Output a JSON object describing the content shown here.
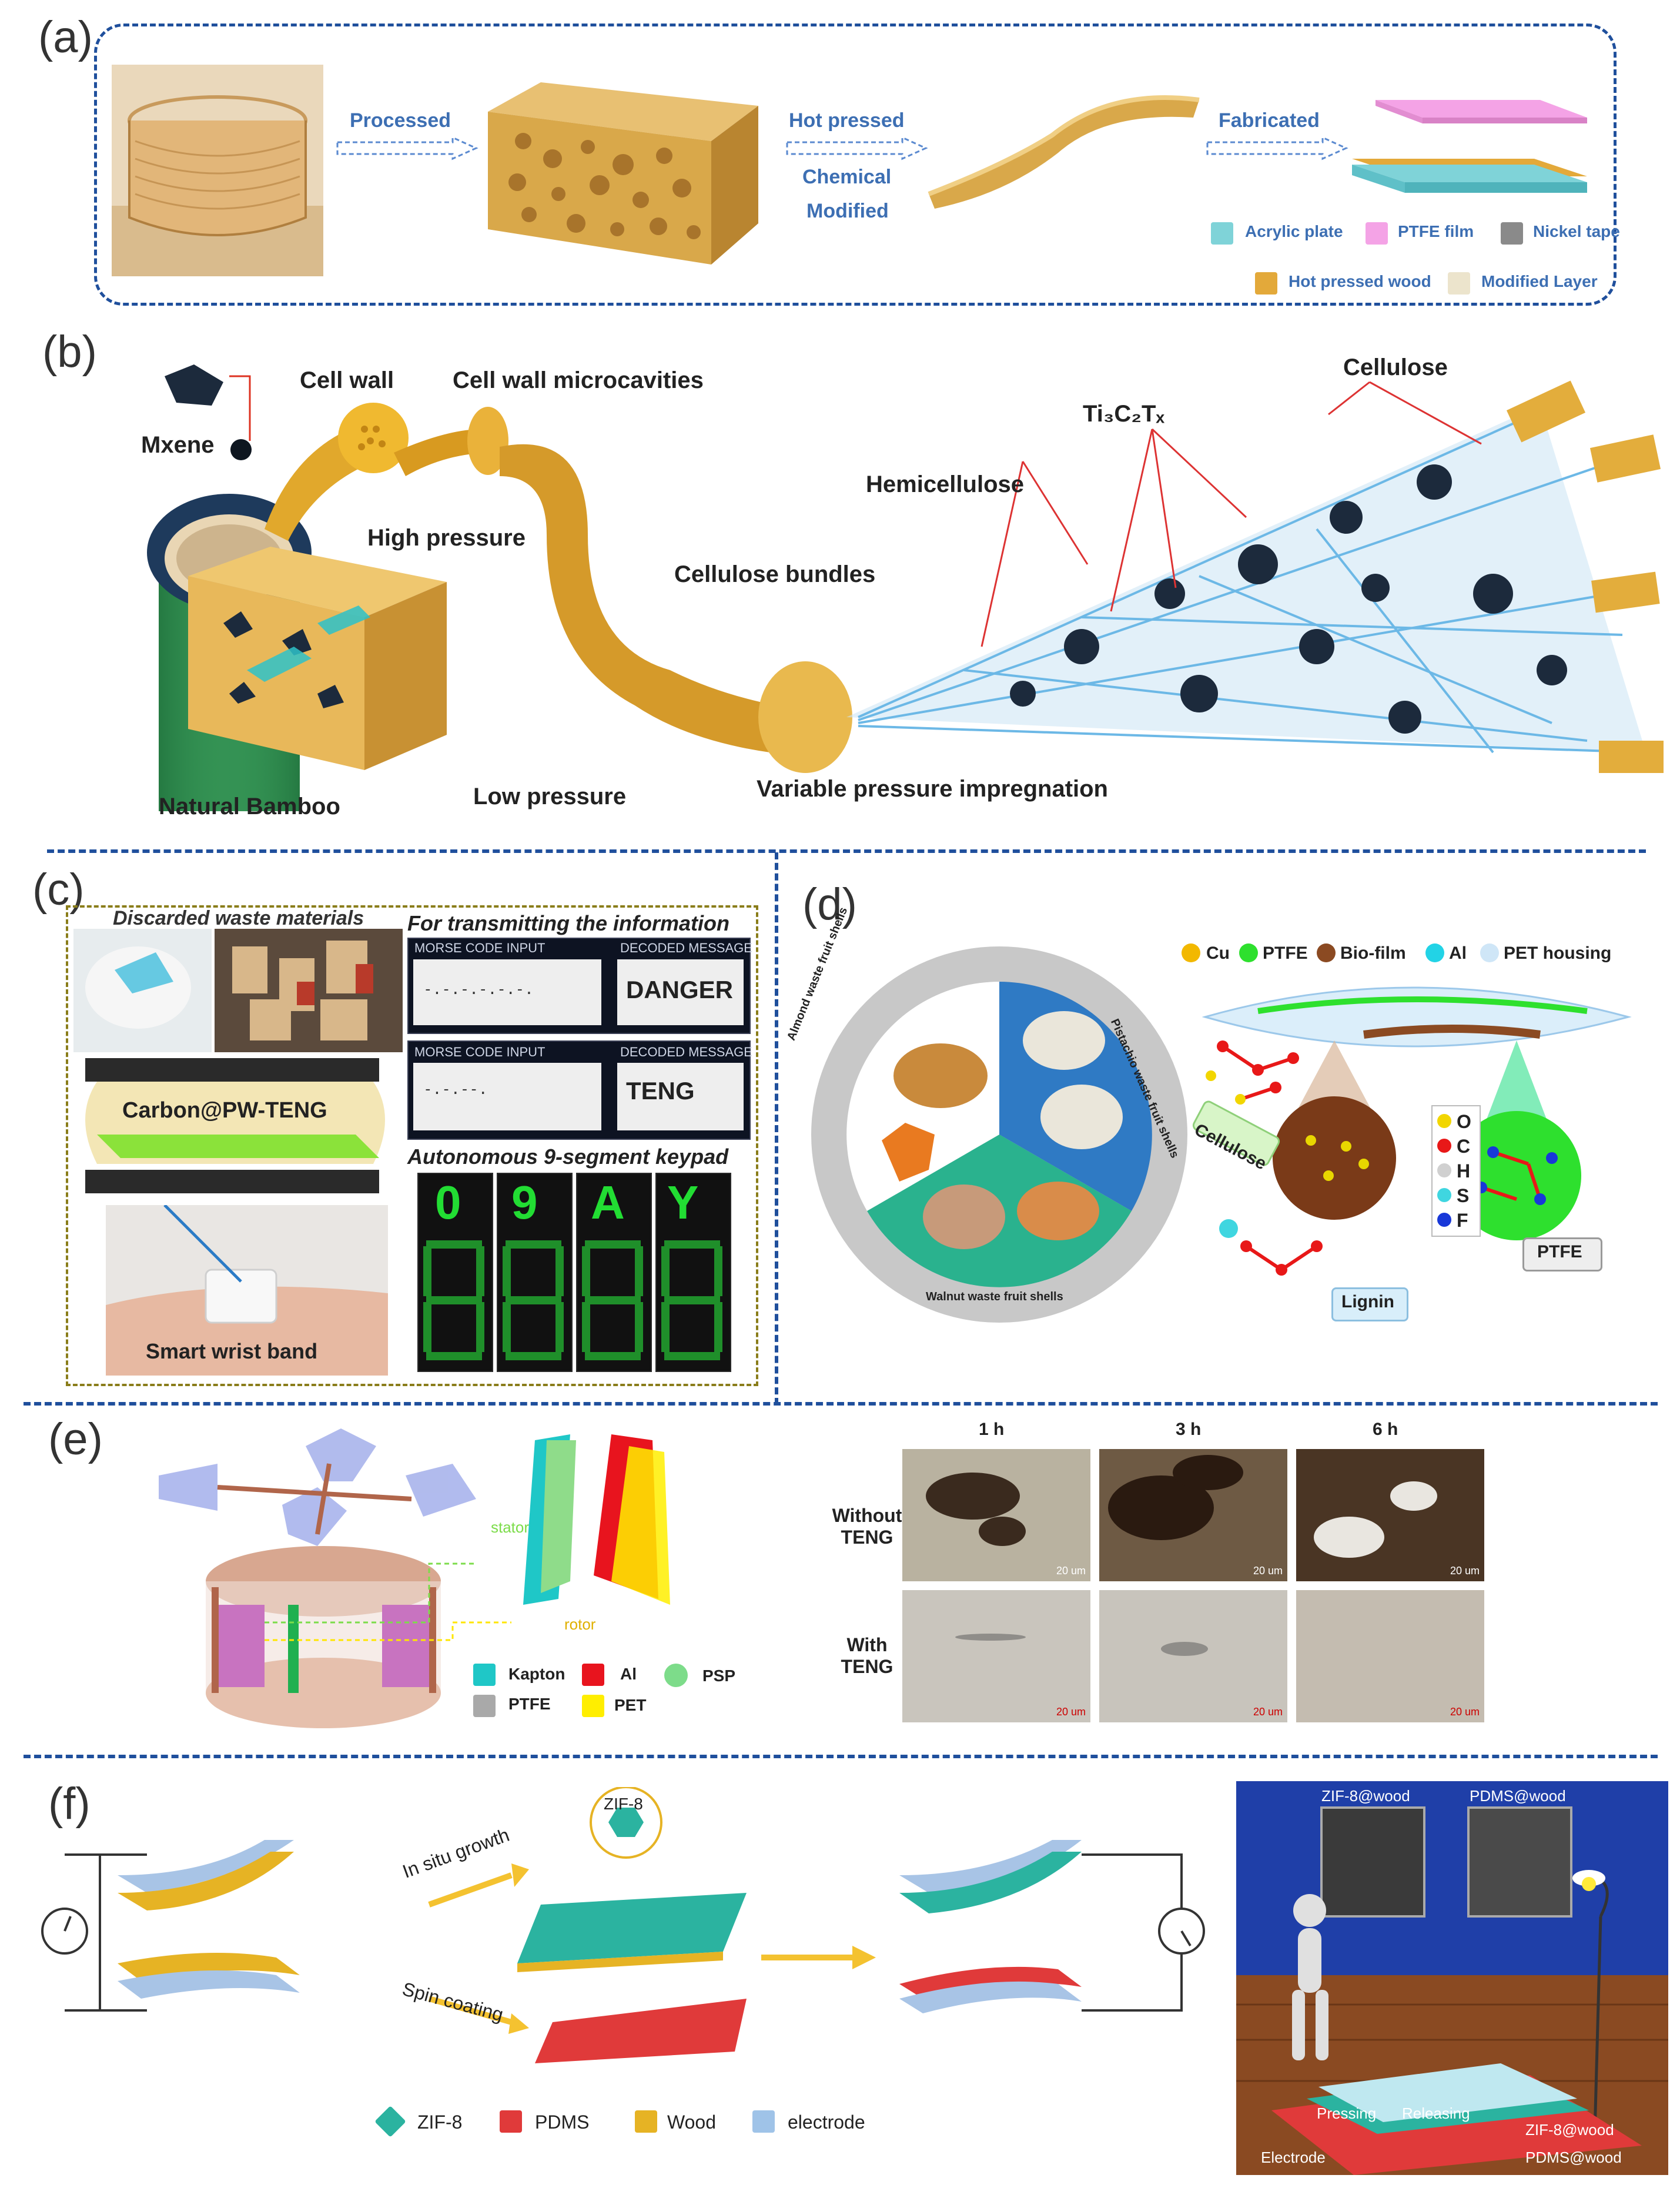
{
  "panels": {
    "a": {
      "label": "(a)",
      "steps": [
        "Processed",
        "Hot pressed",
        "Chemical",
        "Modified",
        "Fabricated"
      ],
      "legend": [
        {
          "label": "Acrylic plate",
          "color": "#7fd3d8"
        },
        {
          "label": "PTFE film",
          "color": "#f4a3e6"
        },
        {
          "label": "Nickel tape",
          "color": "#8a8a8a"
        },
        {
          "label": "Hot pressed wood",
          "color": "#e3a93a"
        },
        {
          "label": "Modified Layer",
          "color": "#ece4cc"
        }
      ]
    },
    "b": {
      "label": "(b)",
      "labels": {
        "mxene": "Mxene",
        "cell_wall": "Cell wall",
        "microcavities": "Cell wall microcavities",
        "high_pressure": "High pressure",
        "low_pressure": "Low pressure",
        "natural_bamboo": "Natural Bamboo",
        "cellulose_bundles": "Cellulose bundles",
        "hemicellulose": "Hemicellulose",
        "ti3c2tx": "Ti₃C₂Tₓ",
        "cellulose": "Cellulose",
        "impregnation": "Variable pressure impregnation"
      }
    },
    "c": {
      "label": "(c)",
      "discarded": "Discarded waste materials",
      "transmitting": "For transmitting the information",
      "morse_input": "MORSE CODE INPUT",
      "decoded": "DECODED MESSAGE",
      "msg1": "DANGER",
      "msg2": "TENG",
      "code1": "-.-.-.-.-.-.",
      "code2": "-.-.--.",
      "device": "Carbon@PW-TENG",
      "keypad": "Autonomous 9-segment keypad",
      "keys": [
        "0",
        "9",
        "A",
        "Y"
      ],
      "wrist": "Smart wrist band"
    },
    "d": {
      "label": "(d)",
      "legend": [
        {
          "label": "Cu",
          "color": "#f2b800"
        },
        {
          "label": "PTFE",
          "color": "#2ee02e"
        },
        {
          "label": "Bio-film",
          "color": "#8b4a22"
        },
        {
          "label": "Al",
          "color": "#22d3e6"
        },
        {
          "label": "PET housing",
          "color": "#cfe6f7"
        }
      ],
      "almond": "Almond waste fruit shells",
      "pistachio": "Pistachio waste fruit shells",
      "walnut": "Walnut waste fruit shells",
      "cellulose": "Cellulose",
      "lignin": "Lignin",
      "ptfe": "PTFE",
      "atoms": [
        {
          "label": "O",
          "color": "#f2d600"
        },
        {
          "label": "C",
          "color": "#e81818"
        },
        {
          "label": "H",
          "color": "#d0d0d0"
        },
        {
          "label": "S",
          "color": "#3fd6e0"
        },
        {
          "label": "F",
          "color": "#1838d8"
        }
      ]
    },
    "e": {
      "label": "(e)",
      "stator": "stator",
      "rotor": "rotor",
      "legend": [
        {
          "label": "Kapton",
          "color": "#1fc7c7"
        },
        {
          "label": "Al",
          "color": "#e8141e"
        },
        {
          "label": "PSP",
          "color": "#7ddc8a"
        },
        {
          "label": "PTFE",
          "color": "#a9a9a9"
        },
        {
          "label": "PET",
          "color": "#ffee00"
        }
      ],
      "times": [
        "1 h",
        "3 h",
        "6 h"
      ],
      "row1": "Without TENG",
      "row2": "With TENG",
      "scale": "20 um"
    },
    "f": {
      "label": "(f)",
      "zif8": "ZIF-8",
      "insitu": "In situ growth",
      "spin": "Spin coating",
      "legend": [
        {
          "label": "ZIF-8",
          "color": "#2bb3a0"
        },
        {
          "label": "PDMS",
          "color": "#e03a3a"
        },
        {
          "label": "Wood",
          "color": "#e6b324"
        },
        {
          "label": "electrode",
          "color": "#9fc3e8"
        }
      ],
      "photo": {
        "zif_wood": "ZIF-8@wood",
        "pdms_wood": "PDMS@wood",
        "pressing": "Pressing",
        "releasing": "Releasing",
        "zif_leg": "ZIF-8@wood",
        "pdms_leg": "PDMS@wood",
        "electrode": "Electrode"
      }
    }
  }
}
